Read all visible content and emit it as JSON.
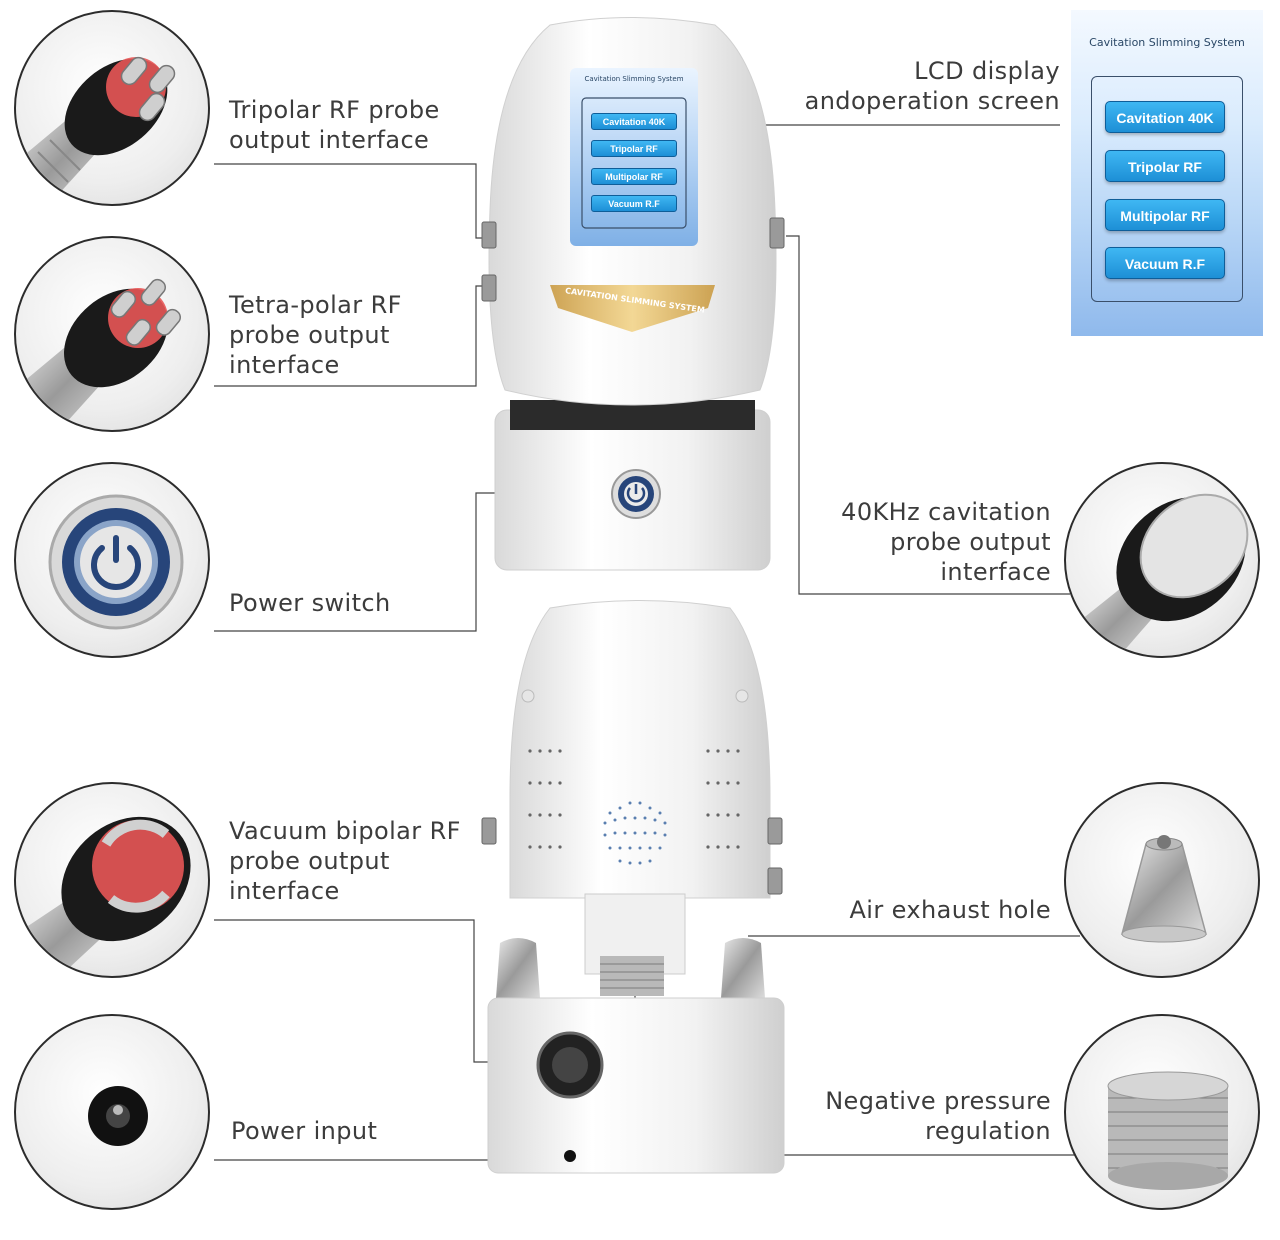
{
  "callouts": {
    "tripolar": "Tripolar RF probe\noutput interface",
    "tetrapolar": "Tetra-polar RF\nprobe output\ninterface",
    "power_switch": "Power switch",
    "vacuum_bipolar": "Vacuum bipolar RF\nprobe output\ninterface",
    "power_input": "Power input",
    "lcd": "LCD display\nandoperation screen",
    "cavitation": "40KHz cavitation\nprobe output\ninterface",
    "air_exhaust": "Air exhaust hole",
    "negative_pressure": "Negative pressure\nregulation"
  },
  "lcd_screen": {
    "title": "Cavitation Slimming System",
    "buttons": [
      "Cavitation 40K",
      "Tripolar RF",
      "Multipolar RF",
      "Vacuum R.F"
    ]
  },
  "device": {
    "badge": "CAVITATION SLIMMING SYSTEM"
  },
  "colors": {
    "probe_red": "#e85656",
    "lcd_button": "#1d8fd6",
    "power_ring": "#27457a",
    "badge_gold": "#e2b45a"
  }
}
